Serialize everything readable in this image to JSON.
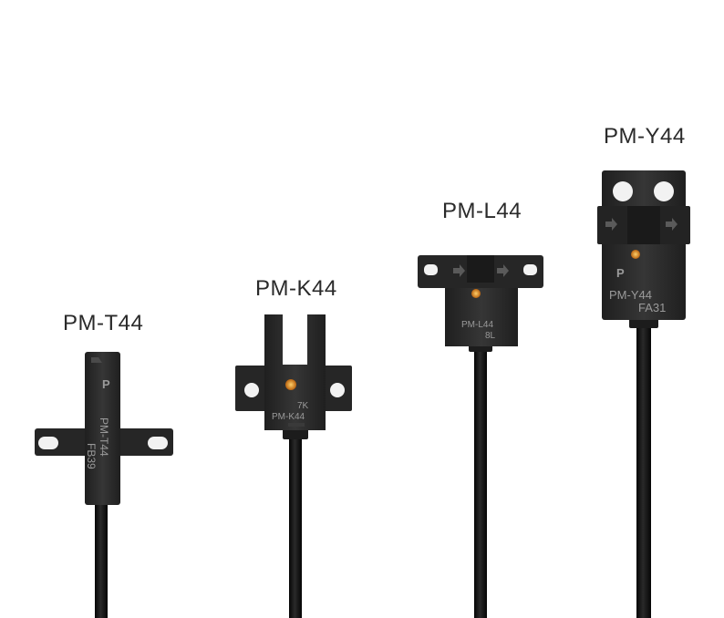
{
  "products": [
    {
      "id": "pm-t44",
      "label": "PM-T44",
      "body_print": [
        "PM-T44",
        "FB39"
      ],
      "logo": "P"
    },
    {
      "id": "pm-k44",
      "label": "PM-K44",
      "body_print": [
        "7K",
        "PM-K44"
      ]
    },
    {
      "id": "pm-l44",
      "label": "PM-L44",
      "body_print": [
        "PM-L44",
        "8L"
      ]
    },
    {
      "id": "pm-y44",
      "label": "PM-Y44",
      "body_print": [
        "PM-Y44",
        "FA31"
      ],
      "logo": "P"
    }
  ],
  "colors": {
    "background": "#ffffff",
    "sensor_body": "#2b2b2b",
    "cable": "#111111",
    "indicator": "#e8901c"
  }
}
